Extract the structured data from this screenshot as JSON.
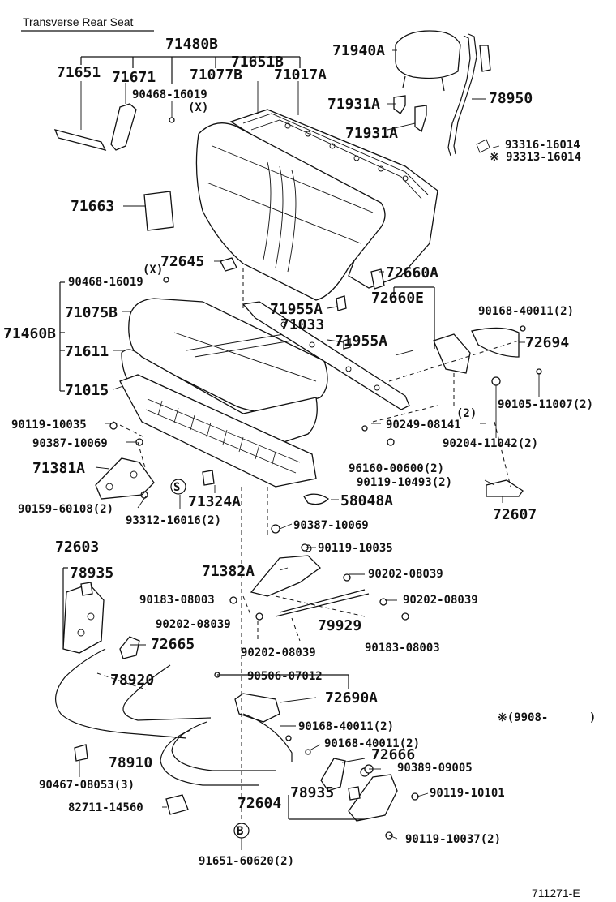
{
  "title": "Transverse Rear Seat",
  "footer_code": "711271-E",
  "note": "※(9908-      )",
  "circle_labels": {
    "s": "S",
    "b": "B"
  },
  "labels": {
    "p71480B": "71480B",
    "p71651": "71651",
    "p71671": "71671",
    "p71077B": "71077B",
    "p71651B": "71651B",
    "p71017A": "71017A",
    "p90468a": "90468-16019",
    "xa": "(X)",
    "p71940A": "71940A",
    "p71931A1": "71931A",
    "p71931A2": "71931A",
    "p78950": "78950",
    "p93316": "93316-16014",
    "p93313": "※ 93313-16014",
    "p71663": "71663",
    "xb": "(X)",
    "p72645": "72645",
    "p90468b": "90468-16019",
    "p72660A": "72660A",
    "p72660E": "72660E",
    "p71075B": "71075B",
    "p71955A1": "71955A",
    "p71033": "71033",
    "p71955A2": "71955A",
    "p90168a": "90168-40011(2)",
    "p71460B": "71460B",
    "p71611": "71611",
    "p72694": "72694",
    "p71015": "71015",
    "p90105": "90105-11007(2)",
    "p2a": "(2)",
    "p90119a": "90119-10035",
    "p90249": "90249-08141",
    "p90387a": "90387-10069",
    "p90204": "90204-11042(2)",
    "p96160": "96160-00600(2)",
    "p71381A": "71381A",
    "p90119b": "90119-10493(2)",
    "p90159": "90159-60108(2)",
    "p71324A": "71324A",
    "p58048A": "58048A",
    "p72607": "72607",
    "p93312": "93312-16016(2)",
    "p90387b": "90387-10069",
    "p72603": "72603",
    "p90119c": "90119-10035",
    "p78935a": "78935",
    "p71382A": "71382A",
    "p90202a": "90202-08039",
    "p90183a": "90183-08003",
    "p90202b": "90202-08039",
    "p90202c": "90202-08039",
    "p79929": "79929",
    "p72665": "72665",
    "p90202d": "90202-08039",
    "p90183b": "90183-08003",
    "p78920": "78920",
    "p90506": "90506-07012",
    "p72690A": "72690A",
    "p90168b": "90168-40011(2)",
    "p78910": "78910",
    "p90168c": "90168-40011(2)",
    "p72666": "72666",
    "p90389": "90389-09005",
    "p90467": "90467-08053(3)",
    "p78935b": "78935",
    "p90119d": "90119-10101",
    "p82711": "82711-14560",
    "p72604": "72604",
    "p90119e": "90119-10037(2)",
    "p91651": "91651-60620(2)"
  }
}
